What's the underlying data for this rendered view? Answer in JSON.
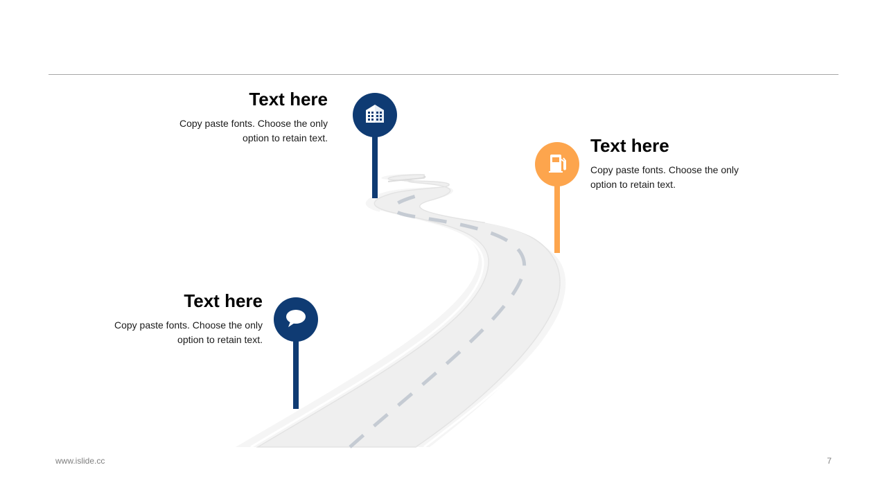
{
  "colors": {
    "navy": "#0f3b73",
    "orange": "#fda54d",
    "road": "#f2f2f2",
    "road_edge": "#e6e6e6",
    "dash": "#c5cbd3"
  },
  "milestones": [
    {
      "title": "Text here",
      "body": "Copy paste fonts. Choose the only option to retain text.",
      "icon": "building-icon",
      "color": "navy"
    },
    {
      "title": "Text here",
      "body": "Copy paste fonts. Choose the only option to retain text.",
      "icon": "fuel-pump-icon",
      "color": "orange"
    },
    {
      "title": "Text here",
      "body": "Copy paste fonts. Choose the only option to retain text.",
      "icon": "speech-bubble-icon",
      "color": "navy"
    }
  ],
  "footer": {
    "website": "www.islide.cc",
    "page_number": "7"
  }
}
